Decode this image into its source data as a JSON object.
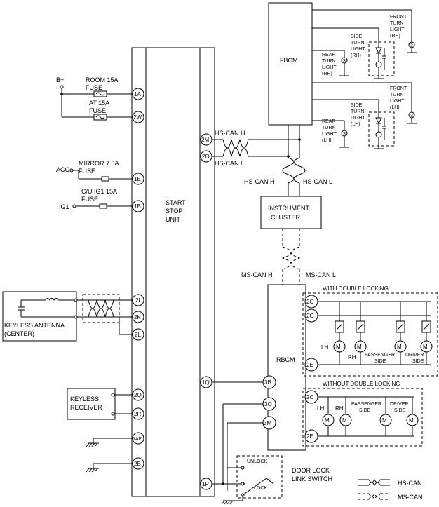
{
  "modules": {
    "start_stop_unit": [
      "START",
      "STOP",
      "UNIT"
    ],
    "fbcm": "FBCM",
    "instrument_cluster": [
      "INSTRUMENT",
      "CLUSTER"
    ],
    "rbcm": "RBCM",
    "keyless_antenna": [
      "KEYLESS ANTENNA",
      "(CENTER)"
    ],
    "keyless_receiver": [
      "KEYLESS",
      "RECEIVER"
    ]
  },
  "power": {
    "b_plus": "B+",
    "acc": "ACC",
    "ig1": "IG1",
    "room_fuse": [
      "ROOM 15A",
      "FUSE"
    ],
    "at_fuse": [
      "AT 15A",
      "FUSE"
    ],
    "mirror_fuse": [
      "MIRROR 7.5A",
      "FUSE"
    ],
    "cu_ig1_fuse": [
      "C/U IG1 15A",
      "FUSE"
    ]
  },
  "ssu_terminals": {
    "t1A": "1A",
    "t2W": "2W",
    "t1E": "1E",
    "t1B": "1B",
    "t2I": "2I",
    "t2K": "2K",
    "t2L": "2L",
    "t2Q": "2Q",
    "t2R": "2R",
    "t1AF": "1AF",
    "t2B": "2B",
    "t2M": "2M",
    "t2O": "2O",
    "t1Q": "1Q",
    "t1P": "1P"
  },
  "can": {
    "hs_can_h": "HS-CAN H",
    "hs_can_l": "HS-CAN L",
    "ms_can_h": "MS-CAN H",
    "ms_can_l": "MS-CAN L"
  },
  "lights": {
    "front_rh": [
      "FRONT",
      "TURN",
      "LIGHT",
      "(RH)"
    ],
    "side_rh": [
      "SIDE",
      "TURN",
      "LIGHT",
      "(RH)"
    ],
    "rear_rh": [
      "REAR",
      "TURN",
      "LIGHT",
      "(RH)"
    ],
    "front_lh": [
      "FRONT",
      "TURN",
      "LIGHT",
      "(LH)"
    ],
    "side_lh": [
      "SIDE",
      "TURN",
      "LIGHT",
      "(LH)"
    ],
    "rear_lh": [
      "REAR",
      "TURN",
      "LIGHT",
      "(LH)"
    ]
  },
  "locking": {
    "with_double": "WITH DOUBLE LOCKING",
    "without_double": "WITHOUT DOUBLE LOCKING",
    "lh": "LH",
    "rh": "RH",
    "passenger_side": [
      "PASSENGER",
      "SIDE"
    ],
    "driver_side": [
      "DRIVER",
      "SIDE"
    ],
    "motor": "M"
  },
  "rbcm_terminals": {
    "t2C_a": "2C",
    "t2G": "2G",
    "t2E_a": "2E",
    "t2C_b": "2C",
    "t2E_b": "2E",
    "t3B": "3B",
    "t3O": "3O",
    "t3M": "3M"
  },
  "switch": {
    "unlock": "UNLOCK",
    "lock": "LOCK",
    "name": [
      "DOOR LOCK-",
      "LINK SWITCH"
    ]
  },
  "legend": {
    "hs_can": ": HS-CAN",
    "ms_can": ": MS-CAN"
  }
}
